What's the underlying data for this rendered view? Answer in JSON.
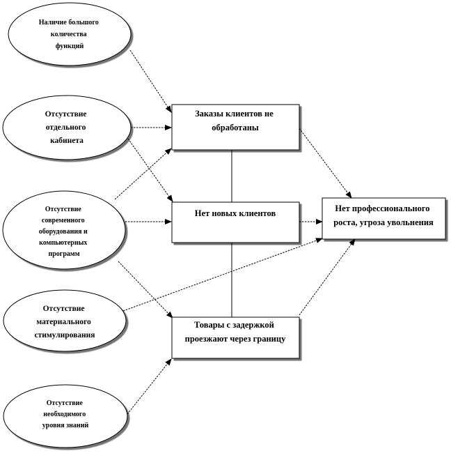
{
  "causes": [
    {
      "id": "c1",
      "lines": [
        "Наличие большого",
        "количества",
        "функций"
      ]
    },
    {
      "id": "c2",
      "lines": [
        "Отсутствие",
        "отдельного",
        "кабинета"
      ]
    },
    {
      "id": "c3",
      "lines": [
        "Отсутствие",
        "современного",
        "оборудования и",
        "компьютерных",
        "программ"
      ]
    },
    {
      "id": "c4",
      "lines": [
        "Отсутствие",
        "материального",
        "стимулирования"
      ]
    },
    {
      "id": "c5",
      "lines": [
        "Отсутствие",
        "необходимого",
        "уровня знаний"
      ]
    }
  ],
  "problems": [
    {
      "id": "p1",
      "lines": [
        "Заказы клиентов не",
        "обработаны"
      ]
    },
    {
      "id": "p2",
      "lines": [
        "Нет новых клиентов"
      ]
    },
    {
      "id": "p3",
      "lines": [
        "Товары с задержкой",
        "проезжают через границу"
      ]
    }
  ],
  "result": {
    "id": "r1",
    "lines": [
      "Нет профессионального",
      "роста, угроза увольнения"
    ]
  },
  "links": [
    {
      "from": "c1",
      "to": "p1",
      "style": "arrow"
    },
    {
      "from": "c2",
      "to": "p1",
      "style": "arrow"
    },
    {
      "from": "c2",
      "to": "p2",
      "style": "arrow"
    },
    {
      "from": "c3",
      "to": "p1",
      "style": "arrow"
    },
    {
      "from": "c3",
      "to": "p2",
      "style": "arrow"
    },
    {
      "from": "c3",
      "to": "p3",
      "style": "arrow"
    },
    {
      "from": "c4",
      "to": "r1",
      "style": "arrow"
    },
    {
      "from": "c5",
      "to": "p3",
      "style": "arrow"
    },
    {
      "from": "p1",
      "to": "r1",
      "style": "arrow"
    },
    {
      "from": "p2",
      "to": "r1",
      "style": "arrow"
    },
    {
      "from": "p3",
      "to": "r1",
      "style": "arrow"
    },
    {
      "from": "p1",
      "to": "p2",
      "style": "line"
    },
    {
      "from": "p2",
      "to": "p3",
      "style": "line"
    }
  ],
  "colors": {
    "stroke": "#000000",
    "fill": "#ffffff",
    "shadow": "#000000"
  }
}
